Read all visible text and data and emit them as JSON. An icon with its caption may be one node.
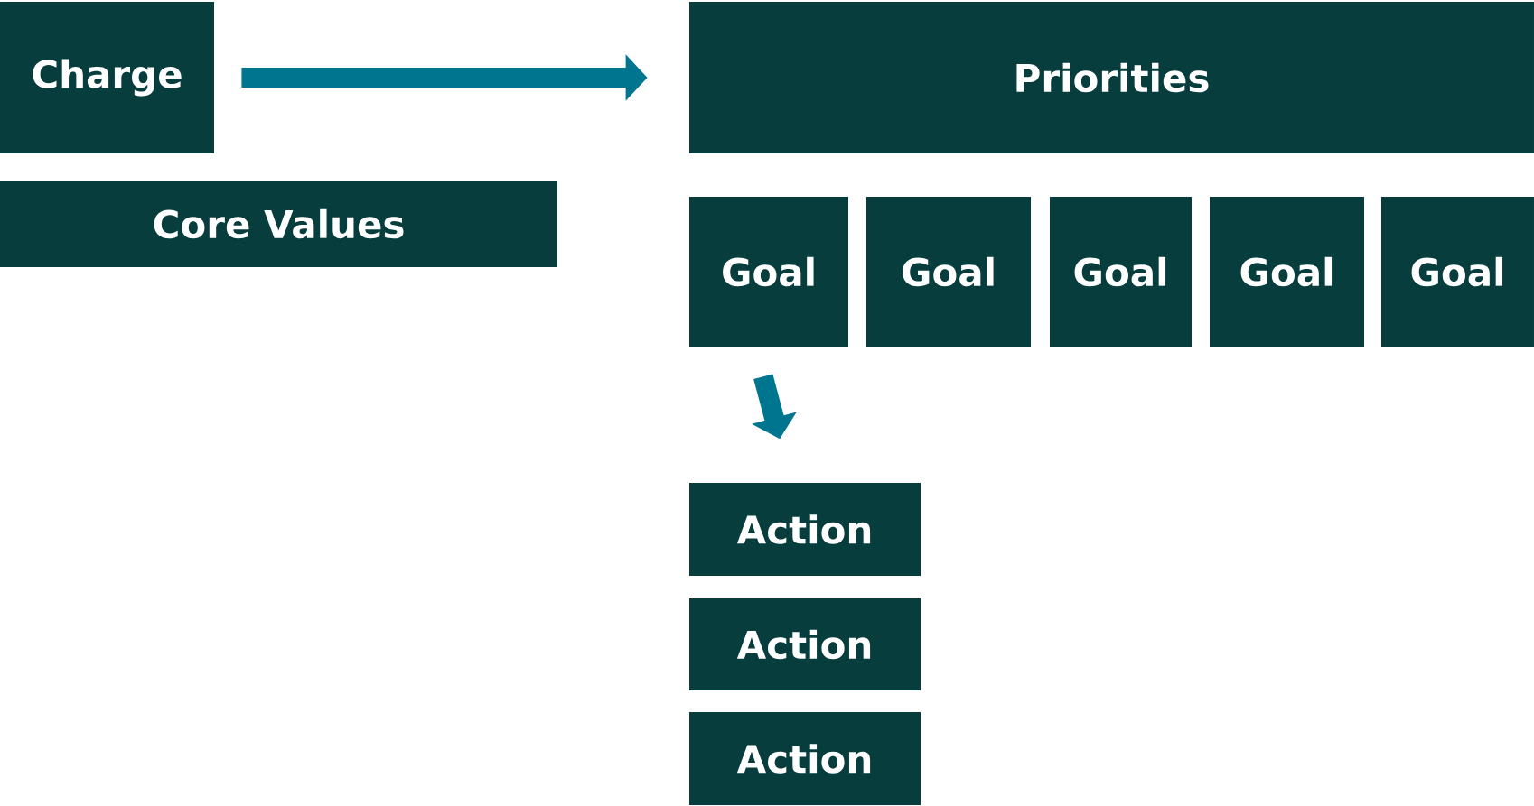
{
  "diagram": {
    "nodes": [
      {
        "text": [
          "Charge"
        ]
      },
      {
        "text": [
          "Core Values"
        ]
      },
      {
        "text": [
          "Priorities"
        ]
      },
      {
        "text": [
          "Goal"
        ]
      },
      {
        "text": [
          "Goal"
        ]
      },
      {
        "text": [
          "Goal"
        ]
      },
      {
        "text": [
          "Goal"
        ]
      },
      {
        "text": [
          "Goal"
        ]
      },
      {
        "text": [
          "Action"
        ]
      },
      {
        "text": [
          "Action"
        ]
      },
      {
        "text": [
          "Action"
        ]
      }
    ],
    "edges": [
      {
        "from": 0,
        "to": 2,
        "arrow": "to"
      },
      {
        "from": 3,
        "to": 8,
        "arrow": "to"
      }
    ]
  }
}
